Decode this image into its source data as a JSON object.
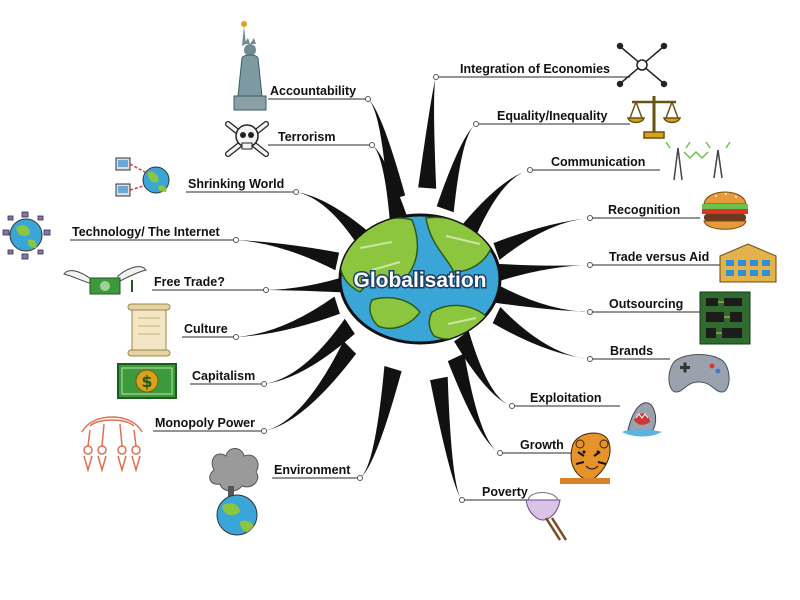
{
  "center": {
    "label": "Globalisation"
  },
  "colors": {
    "ocean": "#3aa6d8",
    "land": "#8cc63f",
    "branch": "#111111",
    "underline": "#555555",
    "money": "#3c9a3c",
    "gold": "#d9a21b"
  },
  "branches": [
    {
      "label": "Accountability",
      "icon": "statue-of-liberty-icon"
    },
    {
      "label": "Terrorism",
      "icon": "skull-crossbones-icon"
    },
    {
      "label": "Shrinking World",
      "icon": "networked-computers-globe-icon"
    },
    {
      "label": "Technology/ The Internet",
      "icon": "networked-globe-icon"
    },
    {
      "label": "Free Trade?",
      "icon": "winged-money-icon"
    },
    {
      "label": "Culture",
      "icon": "scroll-icon"
    },
    {
      "label": "Capitalism",
      "icon": "dollar-bill-icon"
    },
    {
      "label": "Monopoly Power",
      "icon": "puppet-master-icon"
    },
    {
      "label": "Environment",
      "icon": "polluted-earth-icon"
    },
    {
      "label": "Integration of Economies",
      "icon": "compass-rose-icon"
    },
    {
      "label": "Equality/Inequality",
      "icon": "balance-scales-icon"
    },
    {
      "label": "Communication",
      "icon": "radio-towers-icon"
    },
    {
      "label": "Recognition",
      "icon": "hamburger-icon"
    },
    {
      "label": "Trade versus Aid",
      "icon": "office-building-icon"
    },
    {
      "label": "Outsourcing",
      "icon": "circuit-board-icon"
    },
    {
      "label": "Brands",
      "icon": "game-controller-icon"
    },
    {
      "label": "Exploitation",
      "icon": "shark-icon"
    },
    {
      "label": "Growth",
      "icon": "tiger-icon"
    },
    {
      "label": "Poverty",
      "icon": "rice-bowl-icon"
    }
  ]
}
